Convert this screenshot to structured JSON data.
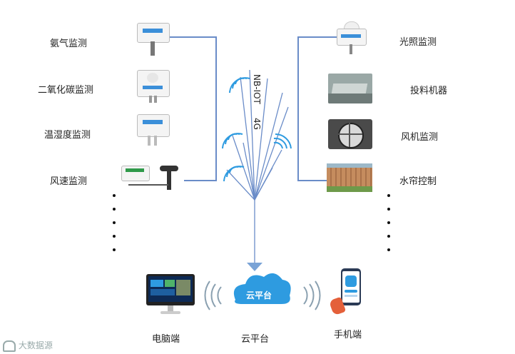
{
  "left_sensors": [
    {
      "label": "氨气监测"
    },
    {
      "label": "二氧化碳监测"
    },
    {
      "label": "温湿度监测"
    },
    {
      "label": "风速监测"
    }
  ],
  "right_devices": [
    {
      "label": "光照监测"
    },
    {
      "label": "投料机器"
    },
    {
      "label": "风机监测"
    },
    {
      "label": "水帘控制"
    }
  ],
  "network": {
    "protocol1": "NB-IOT",
    "protocol2": "4G"
  },
  "cloud": {
    "badge": "云平台"
  },
  "bottom": {
    "pc": "电脑端",
    "cloud": "云平台",
    "mobile": "手机端"
  },
  "watermark": "大数据源",
  "colors": {
    "line": "#6a8cc8",
    "cloud": "#2e9be0",
    "arrow": "#7aa3d6"
  }
}
